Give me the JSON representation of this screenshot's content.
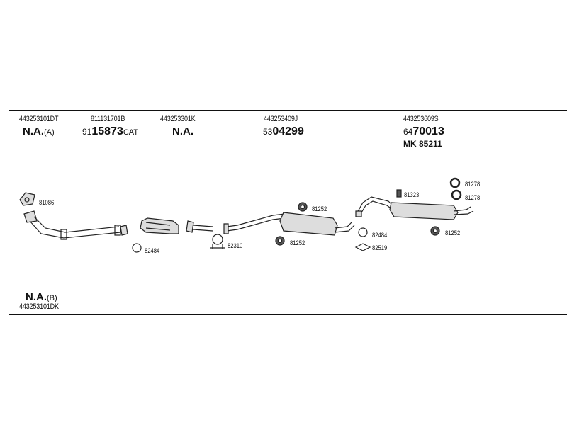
{
  "header": {
    "columns": [
      {
        "part_no": "443253101DT",
        "status": "N.A.",
        "suffix": "(A)"
      },
      {
        "part_no": "811131701B",
        "prefix": "91",
        "code": "15873",
        "suffix": "CAT"
      },
      {
        "part_no": "443253301K",
        "status": "N.A."
      },
      {
        "part_no": "443253409J",
        "prefix": "53",
        "code": "04299"
      },
      {
        "part_no": "443253609S",
        "prefix": "64",
        "code": "70013",
        "extra": "MK  85211"
      }
    ]
  },
  "footer": {
    "status": "N.A.",
    "suffix": "(B)",
    "part_no": "443253101DK"
  },
  "labels": {
    "l81086": "81086",
    "l82484a": "82484",
    "l82310": "82310",
    "l81252a": "81252",
    "l81252b": "81252",
    "l81323": "81323",
    "l81278a": "81278",
    "l81278b": "81278",
    "l82484b": "82484",
    "l82519": "82519",
    "l81252c": "81252"
  }
}
